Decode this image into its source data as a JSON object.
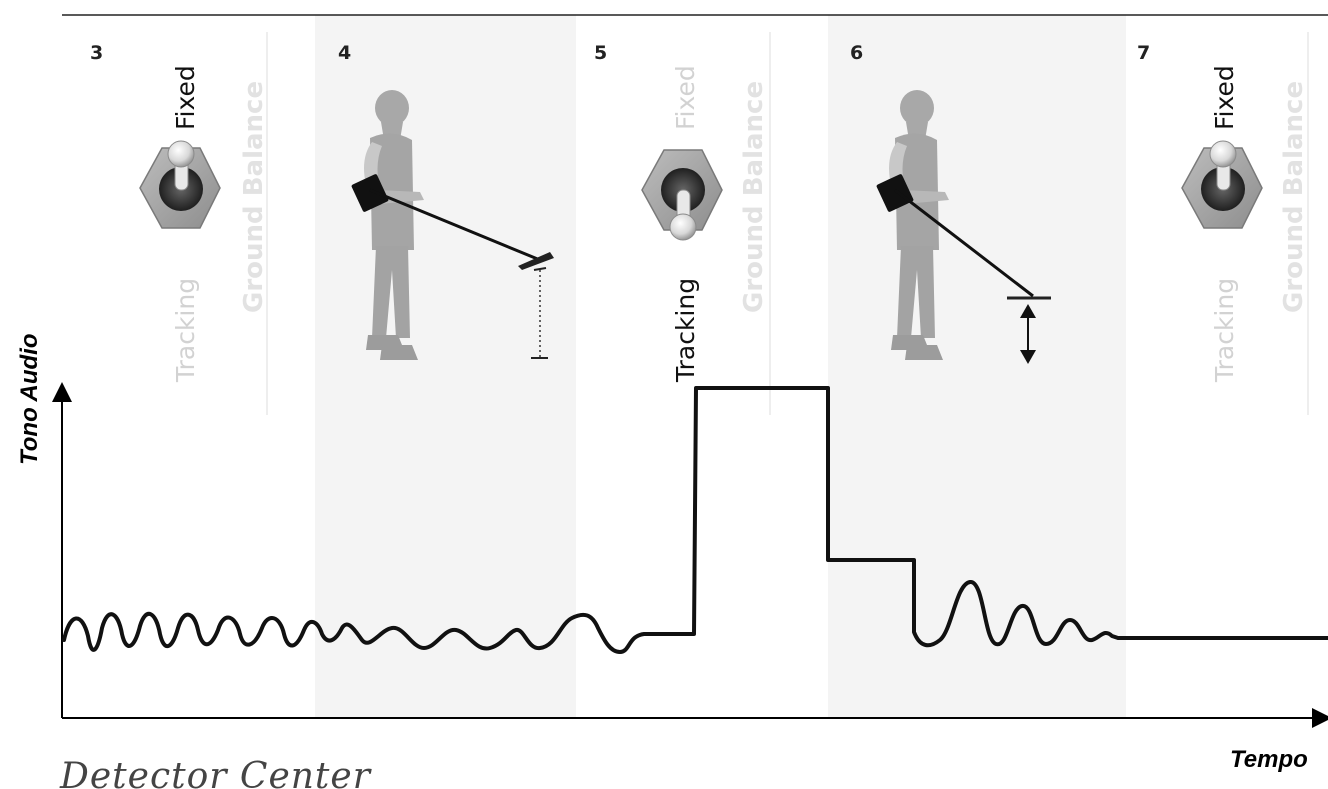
{
  "steps": [
    {
      "number": "3",
      "kind": "switch",
      "fixed_label": "Fixed",
      "tracking_label": "Tracking",
      "ground_balance_label": "Ground Balance",
      "active": "Fixed"
    },
    {
      "number": "4",
      "kind": "operator",
      "coil_motion": "held-still"
    },
    {
      "number": "5",
      "kind": "switch",
      "fixed_label": "Fixed",
      "tracking_label": "Tracking",
      "ground_balance_label": "Ground Balance",
      "active": "Tracking"
    },
    {
      "number": "6",
      "kind": "operator",
      "coil_motion": "raise-lower"
    },
    {
      "number": "7",
      "kind": "switch",
      "fixed_label": "Fixed",
      "tracking_label": "Tracking",
      "ground_balance_label": "Ground Balance",
      "active": "Fixed"
    }
  ],
  "axes": {
    "y_label": "Tono Audio",
    "x_label": "Tempo"
  },
  "brand": "Detector Center",
  "icons": {
    "switch": "toggle-switch-icon",
    "operator": "metal-detector-operator-icon",
    "height_marker": "coil-height-marker-icon",
    "double_arrow": "up-down-arrow-icon"
  },
  "colors": {
    "shade": "#f4f4f4",
    "signal": "#111111",
    "dim_text": "#d2d2d2"
  }
}
